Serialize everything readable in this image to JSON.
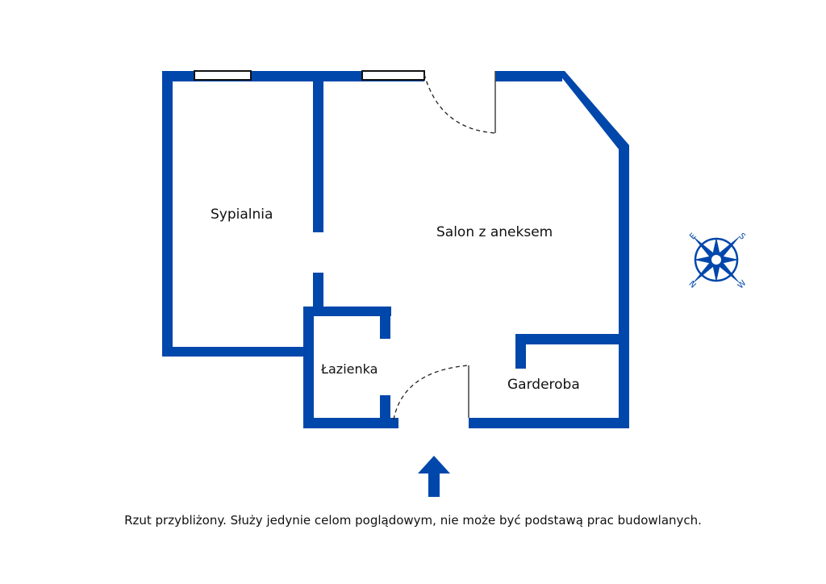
{
  "rooms": {
    "bedroom": "Sypialnia",
    "living": "Salon z aneksem",
    "bathroom": "Łazienka",
    "wardrobe": "Garderoba"
  },
  "compass": {
    "n": "N",
    "e": "E",
    "s": "S",
    "w": "W"
  },
  "disclaimer": "Rzut przybliżony. Służy jedynie celom poglądowym, nie może być podstawą prac budowlanych.",
  "colors": {
    "wall": "#0047AB"
  }
}
